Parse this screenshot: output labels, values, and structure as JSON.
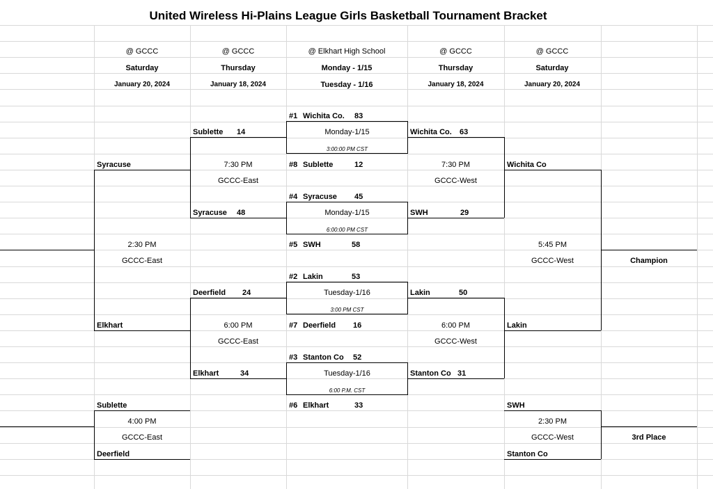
{
  "title": "United Wireless Hi-Plains League Girls  Basketball Tournament Bracket",
  "header": {
    "cols": [
      {
        "venue": "@ GCCC",
        "day": "Saturday",
        "date": "January 20, 2024"
      },
      {
        "venue": "@ GCCC",
        "day": "Thursday",
        "date": "January 18, 2024"
      },
      {
        "venue": "@ Elkhart High School",
        "day": "Monday - 1/15",
        "date": "Tuesday - 1/16"
      },
      {
        "venue": "@ GCCC",
        "day": "Thursday",
        "date": "January 18, 2024"
      },
      {
        "venue": "@ GCCC",
        "day": "Saturday",
        "date": "January 20, 2024"
      }
    ]
  },
  "round1": {
    "g1": {
      "top_seed": "#1",
      "top_team": "Wichita Co.",
      "top_score": "83",
      "day": "Monday-1/15",
      "time": "3:00:00 PM CST",
      "bot_seed": "#8",
      "bot_team": "Sublette",
      "bot_score": "12"
    },
    "g2": {
      "top_seed": "#4",
      "top_team": "Syracuse",
      "top_score": "45",
      "day": "Monday-1/15",
      "time": "6:00:00 PM CST",
      "bot_seed": "#5",
      "bot_team": "SWH",
      "bot_score": "58"
    },
    "g3": {
      "top_seed": "#2",
      "top_team": "Lakin",
      "top_score": "53",
      "day": "Tuesday-1/16",
      "time": "3:00 PM CST",
      "bot_seed": "#7",
      "bot_team": "Deerfield",
      "bot_score": "16"
    },
    "g4": {
      "top_seed": "#3",
      "top_team": "Stanton Co",
      "top_score": "52",
      "day": "Tuesday-1/16",
      "time": "6:00 P.M. CST",
      "bot_seed": "#6",
      "bot_team": "Elkhart",
      "bot_score": "33"
    }
  },
  "left_qf": {
    "q1": {
      "top_team": "Sublette",
      "top_score": "14",
      "time": "7:30 PM",
      "venue": "GCCC-East",
      "bot_team": "Syracuse",
      "bot_score": "48"
    },
    "q2": {
      "top_team": "Deerfield",
      "top_score": "24",
      "time": "6:00 PM",
      "venue": "GCCC-East",
      "bot_team": "Elkhart",
      "bot_score": "34"
    }
  },
  "right_qf": {
    "q1": {
      "top_team": "Wichita Co.",
      "top_score": "63",
      "time": "7:30 PM",
      "venue": "GCCC-West",
      "bot_team": "SWH",
      "bot_score": "29"
    },
    "q2": {
      "top_team": "Lakin",
      "top_score": "50",
      "time": "6:00 PM",
      "venue": "GCCC-West",
      "bot_team": "Stanton Co",
      "bot_score": "31"
    }
  },
  "left_semi": {
    "top_team": "Syracuse",
    "time": "2:30 PM",
    "venue": "GCCC-East",
    "bot_team": "Elkhart"
  },
  "right_semi": {
    "top_team": "Wichita Co",
    "time": "5:45 PM",
    "venue": "GCCC-West",
    "bot_team": "Lakin"
  },
  "left_cons": {
    "top_team": "Sublette",
    "time": "4:00 PM",
    "venue": "GCCC-East",
    "bot_team": "Deerfield"
  },
  "right_cons": {
    "top_team": "SWH",
    "time": "2:30 PM",
    "venue": "GCCC-West",
    "bot_team": "Stanton Co"
  },
  "champion_label": "Champion",
  "third_place_label": "3rd Place"
}
